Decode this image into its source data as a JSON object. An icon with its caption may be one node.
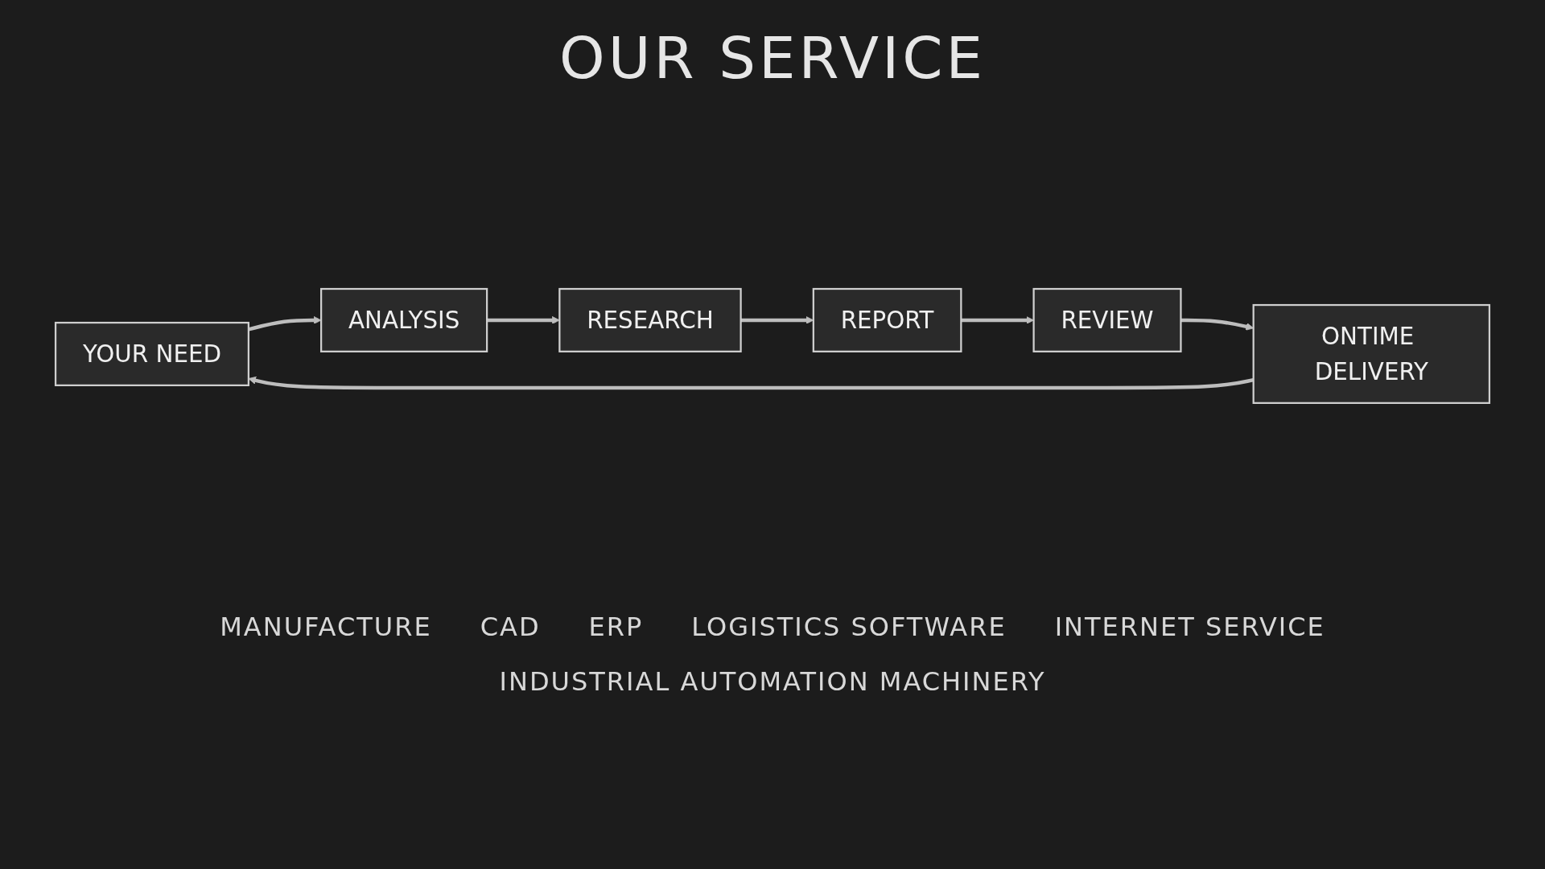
{
  "diagram": {
    "title": "OUR SERVICE",
    "nodes": [
      {
        "text": [
          "YOUR NEED"
        ]
      },
      {
        "text": [
          "ANALYSIS"
        ]
      },
      {
        "text": [
          "RESEARCH"
        ]
      },
      {
        "text": [
          "REPORT"
        ]
      },
      {
        "text": [
          "REVIEW"
        ]
      },
      {
        "text": [
          "ONTIME DELIVERY"
        ]
      }
    ],
    "edges": [
      {
        "from": 0,
        "to": 1,
        "arrow": "to"
      },
      {
        "from": 1,
        "to": 2,
        "arrow": "to"
      },
      {
        "from": 2,
        "to": 3,
        "arrow": "to"
      },
      {
        "from": 3,
        "to": 4,
        "arrow": "to"
      },
      {
        "from": 4,
        "to": 5,
        "arrow": "to"
      },
      {
        "from": 5,
        "to": 0,
        "arrow": "to"
      }
    ],
    "labels": [
      "MANUFACTURE",
      "CAD",
      "ERP",
      "LOGISTICS SOFTWARE",
      "INTERNET SERVICE",
      "INDUSTRIAL AUTOMATION MACHINERY"
    ]
  }
}
